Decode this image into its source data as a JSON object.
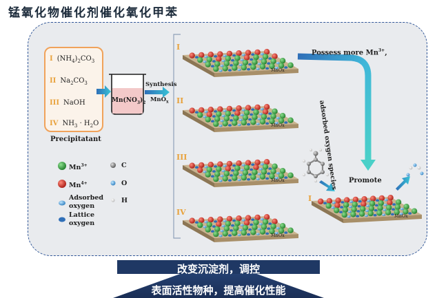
{
  "title": "锰氧化物催化剂催化氧化甲苯",
  "precipitants": [
    {
      "num": "I",
      "formula": "(NH4)2CO3"
    },
    {
      "num": "II",
      "formula": "Na2CO3"
    },
    {
      "num": "III",
      "formula": "NaOH"
    },
    {
      "num": "IV",
      "formula": "NH3 · H2O"
    }
  ],
  "precipitant_label": "Precipitatant",
  "beaker_label": "Mn(NO3)2",
  "synthesis_label": "Synthesis",
  "mnox_label": "MnOx",
  "catalysts": [
    "I",
    "II",
    "III",
    "IV"
  ],
  "legend": {
    "mn3": "Mn3+",
    "mn4": "Mn4+",
    "adsorbed": "Adsorbed oxygen",
    "lattice": "Lattice oxygen",
    "c": "C",
    "o": "O",
    "h": "H"
  },
  "curve_text": "Possess more Mn3+, adsorbed oxygen species",
  "promote_label": "Promote",
  "result_num": "I",
  "bottom_line1": "改变沉淀剂，调控",
  "bottom_line2": "表面活性物种，提高催化性能",
  "colors": {
    "panel_border": "#2f5597",
    "panel_fill": "#e9ebee",
    "precipitant_border": "#f0a25a",
    "mn3": "#2e9c3a",
    "mn4": "#d62a25",
    "oxygen": "#4aa3d6",
    "arrow_start": "#2f6fb8",
    "arrow_end": "#38c3d6",
    "triangle": "#1f3864",
    "roman": "#e8a23c"
  }
}
